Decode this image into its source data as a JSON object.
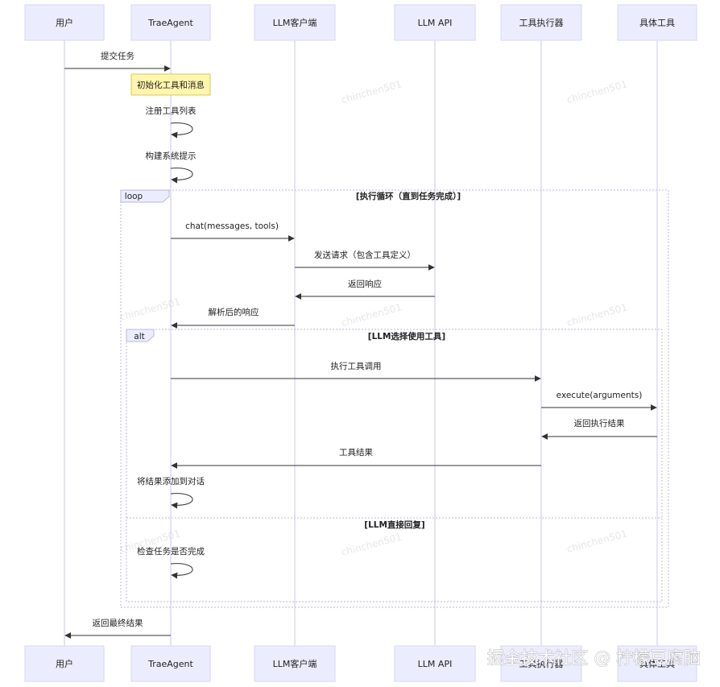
{
  "participants": [
    {
      "id": "user",
      "label": "用户"
    },
    {
      "id": "agent",
      "label": "TraeAgent"
    },
    {
      "id": "llmclient",
      "label": "LLM客户端"
    },
    {
      "id": "llmapi",
      "label": "LLM API"
    },
    {
      "id": "executor",
      "label": "工具执行器"
    },
    {
      "id": "tool",
      "label": "具体工具"
    }
  ],
  "note": {
    "text": "初始化工具和消息",
    "over": "agent"
  },
  "messages": [
    {
      "from": "user",
      "to": "agent",
      "text": "提交任务"
    },
    {
      "from": "agent",
      "to": "agent",
      "text": "注册工具列表"
    },
    {
      "from": "agent",
      "to": "agent",
      "text": "构建系统提示"
    },
    {
      "from": "agent",
      "to": "llmclient",
      "text": "chat(messages, tools)"
    },
    {
      "from": "llmclient",
      "to": "llmapi",
      "text": "发送请求（包含工具定义）"
    },
    {
      "from": "llmapi",
      "to": "llmclient",
      "text": "返回响应"
    },
    {
      "from": "llmclient",
      "to": "agent",
      "text": "解析后的响应"
    },
    {
      "from": "agent",
      "to": "executor",
      "text": "执行工具调用"
    },
    {
      "from": "executor",
      "to": "tool",
      "text": "execute(arguments)"
    },
    {
      "from": "tool",
      "to": "executor",
      "text": "返回执行结果"
    },
    {
      "from": "executor",
      "to": "agent",
      "text": "工具结果"
    },
    {
      "from": "agent",
      "to": "agent",
      "text": "将结果添加到对话"
    },
    {
      "from": "agent",
      "to": "agent",
      "text": "检查任务是否完成"
    },
    {
      "from": "agent",
      "to": "user",
      "text": "返回最终结果"
    }
  ],
  "loop_frame": {
    "tag": "loop",
    "title": "[执行循环（直到任务完成）]"
  },
  "alt_frame": {
    "tag": "alt",
    "title": "[LLM选择使用工具]",
    "else_title": "[LLM直接回复]"
  },
  "watermark": {
    "text": "chinchen501"
  },
  "site_mark": {
    "text": "掘金技术社区 @ 柠檬豆腐脑"
  }
}
